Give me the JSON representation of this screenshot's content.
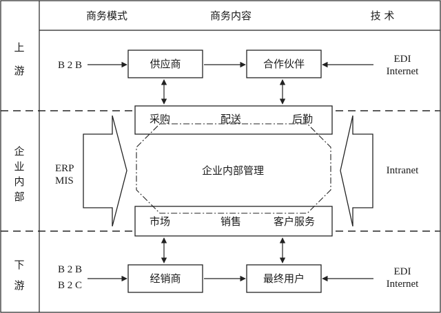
{
  "header": {
    "business_model": "商务模式",
    "business_content": "商务内容",
    "technology": "技 术"
  },
  "sections": {
    "upstream": [
      "上",
      "游"
    ],
    "internal": [
      "企",
      "业",
      "内",
      "部"
    ],
    "downstream": [
      "下",
      "游"
    ]
  },
  "models": {
    "upstream": "B 2 B",
    "internal_1": "ERP",
    "internal_2": "MIS",
    "downstream_1": "B 2 B",
    "downstream_2": "B 2 C"
  },
  "tech": {
    "upstream_1": "EDI",
    "upstream_2": "Internet",
    "internal": "Intranet",
    "downstream_1": "EDI",
    "downstream_2": "Internet"
  },
  "boxes": {
    "supplier": "供应商",
    "partner": "合作伙伴",
    "distributor": "经销商",
    "end_user": "最终用户"
  },
  "internal": {
    "top_row": [
      "采购",
      "配送",
      "后勤"
    ],
    "center": "企业内部管理",
    "bottom_row": [
      "市场",
      "销售",
      "客户服务"
    ]
  },
  "colors": {
    "line": "#222222"
  }
}
